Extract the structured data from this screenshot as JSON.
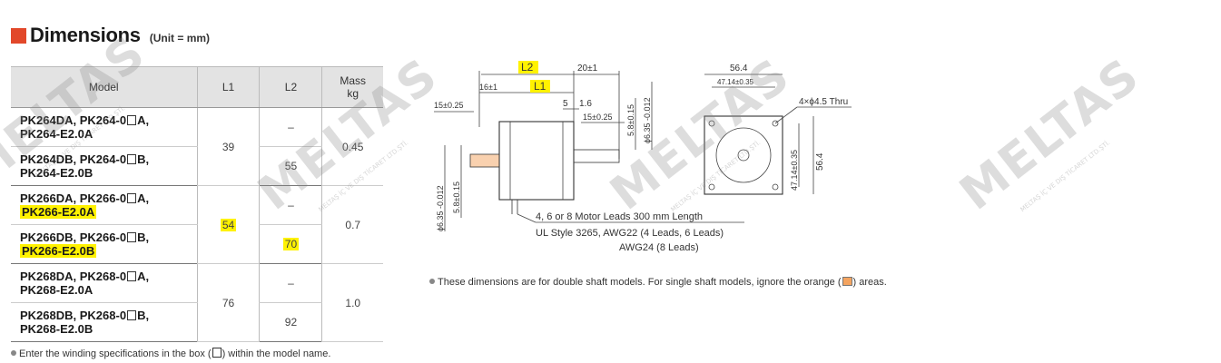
{
  "header": {
    "title": "Dimensions",
    "unit": "(Unit = mm)"
  },
  "table": {
    "headers": {
      "model": "Model",
      "l1": "L1",
      "l2": "L2",
      "mass_line1": "Mass",
      "mass_line2": "kg"
    },
    "groups": [
      {
        "l1": "39",
        "mass": "0.45",
        "rows": [
          {
            "line1_a": "PK264DA, PK264-0",
            "line1_b": "A,",
            "line2": "PK264-E2.0A",
            "l2": "–"
          },
          {
            "line1_a": "PK264DB, PK264-0",
            "line1_b": "B,",
            "line2": "PK264-E2.0B",
            "l2": "55"
          }
        ]
      },
      {
        "l1": "54",
        "mass": "0.7",
        "rows": [
          {
            "line1_a": "PK266DA, PK266-0",
            "line1_b": "A,",
            "line2": "PK266-E2.0A",
            "l2": "–"
          },
          {
            "line1_a": "PK266DB, PK266-0",
            "line1_b": "B,",
            "line2": "PK266-E2.0B",
            "l2": "70"
          }
        ]
      },
      {
        "l1": "76",
        "mass": "1.0",
        "rows": [
          {
            "line1_a": "PK268DA, PK268-0",
            "line1_b": "A,",
            "line2": "PK268-E2.0A",
            "l2": "–"
          },
          {
            "line1_a": "PK268DB, PK268-0",
            "line1_b": "B,",
            "line2": "PK268-E2.0B",
            "l2": "92"
          }
        ]
      }
    ]
  },
  "notes": {
    "winding_a": "Enter the winding specifications in the box (",
    "winding_b": ") within the model name.",
    "double_a": "These dimensions are for double shaft models. For single shaft models, ignore the orange (",
    "double_b": ") areas."
  },
  "drawing": {
    "L2": "L2",
    "L1": "L1",
    "d20": "20±1",
    "d16": "16±1",
    "d15a": "15±0.25",
    "d15b": "15±0.25",
    "d5": "5",
    "d16s": "1.6",
    "d58": "5.8±0.15",
    "d58b": "5.8±0.15",
    "dia635": "ϕ6.35 -0.012",
    "dia635b": "ϕ6.35 -0.012",
    "d564top": "56.4",
    "d4714top": "47.14±0.35",
    "thru": "4×ϕ4.5 Thru",
    "d4714side": "47.14±0.35",
    "d564side": "56.4",
    "lead1": "4, 6 or 8 Motor Leads 300 mm Length",
    "lead2": "UL Style 3265, AWG22 (4 Leads, 6 Leads)",
    "lead3": "AWG24 (8 Leads)"
  },
  "watermarks": {
    "brand": "MELTAS",
    "sub": "MELTAŞ İÇ VE DIŞ TİCARET LTD.ŞTİ."
  }
}
